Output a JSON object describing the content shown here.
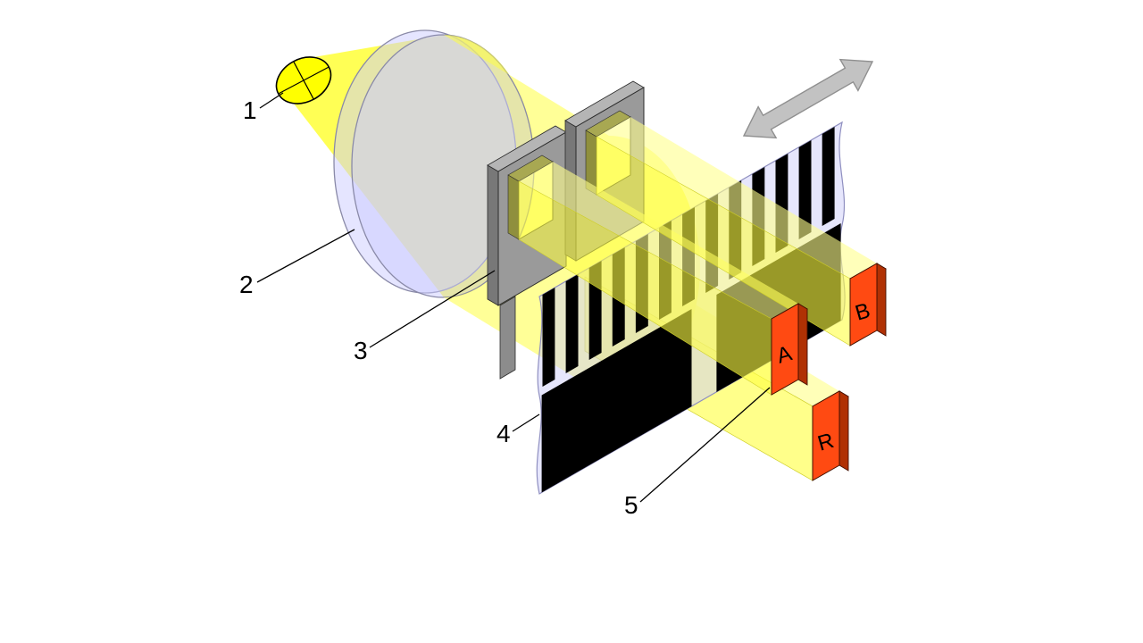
{
  "figure": {
    "type": "optical-encoder-principle-diagram",
    "callouts": [
      {
        "id": "light-source",
        "label": "1"
      },
      {
        "id": "condenser-lens",
        "label": "2"
      },
      {
        "id": "scanning-mask",
        "label": "3"
      },
      {
        "id": "code-strip",
        "label": "4"
      },
      {
        "id": "photodetector",
        "label": "5"
      }
    ],
    "detectors": {
      "a": "A",
      "b": "B",
      "r": "R"
    },
    "colors": {
      "beam": "#ffff42",
      "beam_top": "#ffff8c",
      "lens": "#ccccff",
      "mask": "#9a9a9a",
      "stripe": "#000000",
      "detector": "#ff4a12",
      "arrow": "#c2c2c2",
      "bulb": "#ffff00"
    }
  }
}
